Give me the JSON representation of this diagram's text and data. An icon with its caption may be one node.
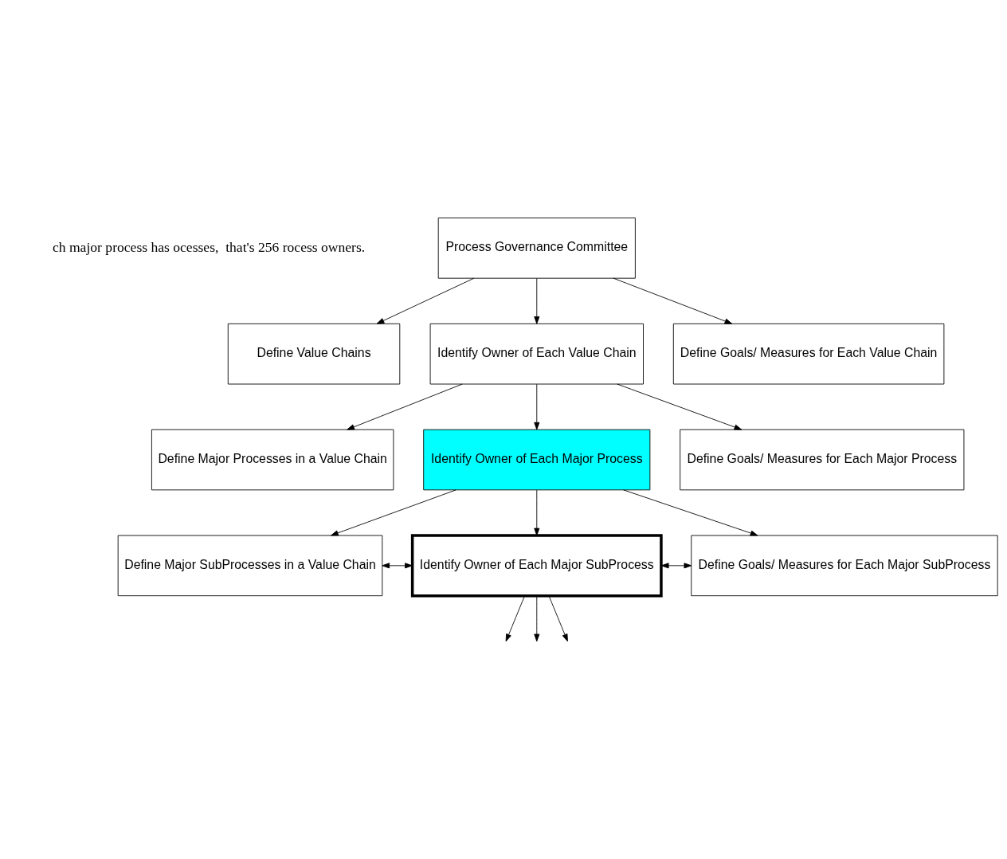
{
  "diagram": {
    "nodes": [
      {
        "text": [
          "Process Governance Committee"
        ]
      },
      {
        "text": [
          "Define Value Chains"
        ]
      },
      {
        "text": [
          "Identify Owner of Each Value Chain"
        ]
      },
      {
        "text": [
          "Define Goals/ Measures for Each Value Chain"
        ]
      },
      {
        "text": [
          "Define Major Processes in a Value Chain"
        ]
      },
      {
        "text": [
          "Identify Owner of Each Major Process"
        ]
      },
      {
        "text": [
          "Define Goals/ Measures for Each Major Process"
        ]
      },
      {
        "text": [
          "Define Major SubProcesses in a Value Chain"
        ]
      },
      {
        "text": [
          "Identify Owner of Each Major SubProcess"
        ]
      },
      {
        "text": [
          "Define Goals/ Measures for Each Major SubProcess"
        ]
      }
    ],
    "edges": [
      {
        "from": 0,
        "to": 1,
        "arrow": "to"
      },
      {
        "from": 0,
        "to": 2,
        "arrow": "to"
      },
      {
        "from": 0,
        "to": 3,
        "arrow": "to"
      },
      {
        "from": 2,
        "to": 4,
        "arrow": "to"
      },
      {
        "from": 2,
        "to": 5,
        "arrow": "to"
      },
      {
        "from": 2,
        "to": 6,
        "arrow": "to"
      },
      {
        "from": 5,
        "to": 7,
        "arrow": "to"
      },
      {
        "from": 5,
        "to": 8,
        "arrow": "to"
      },
      {
        "from": 5,
        "to": 9,
        "arrow": "to"
      },
      {
        "from": 8,
        "to": 7,
        "arrow": "both"
      },
      {
        "from": 8,
        "to": 9,
        "arrow": "both"
      },
      {
        "from": 8,
        "to": null,
        "arrow": "to"
      },
      {
        "from": 8,
        "to": null,
        "arrow": "to"
      },
      {
        "from": 8,
        "to": null,
        "arrow": "to"
      }
    ],
    "labels": [
      "ch major process has ocesses,  that's 256 rocess owners."
    ]
  }
}
